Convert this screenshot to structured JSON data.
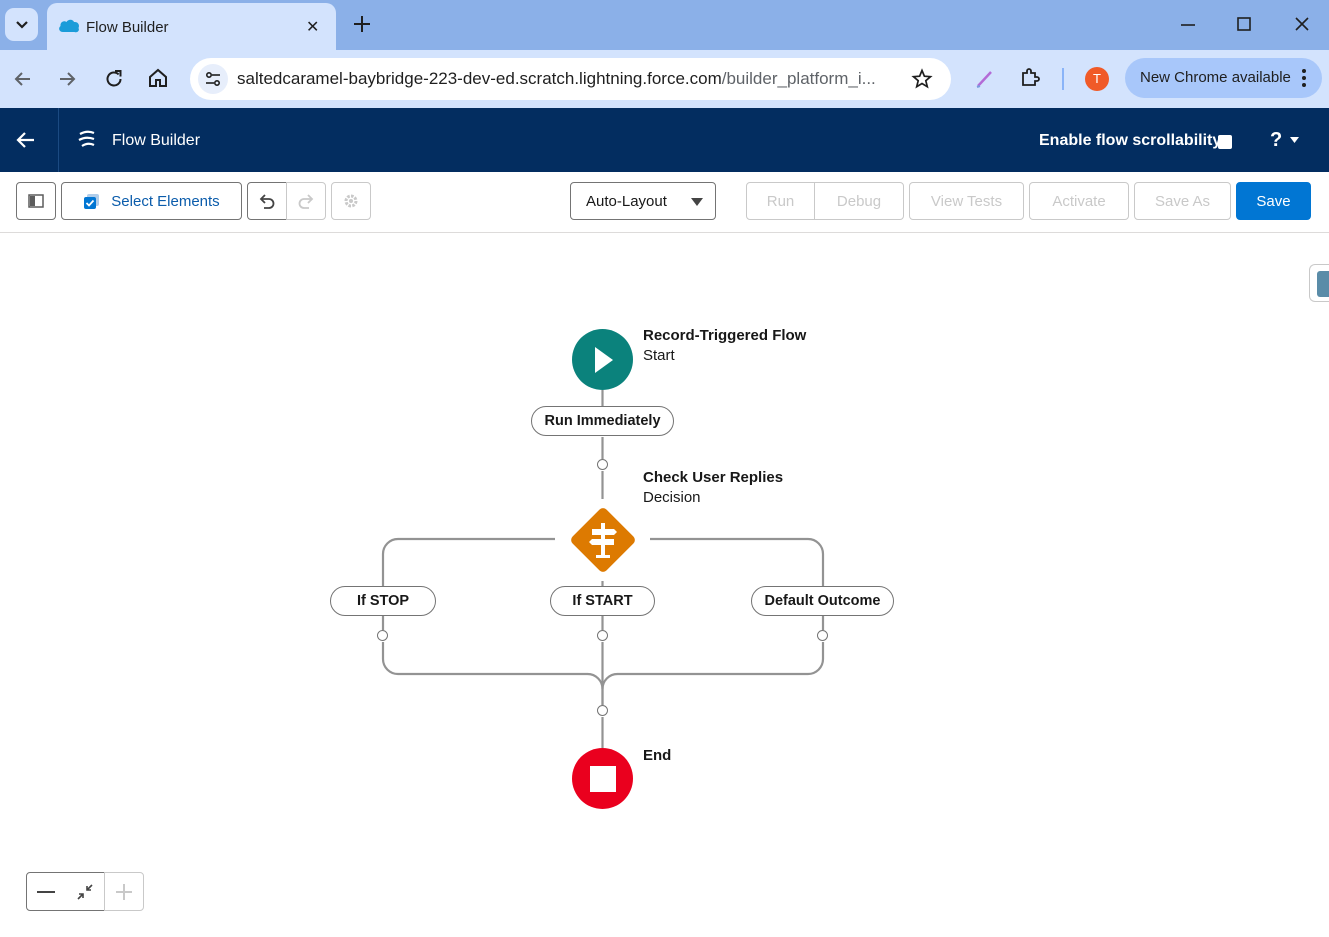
{
  "browser": {
    "tab_title": "Flow Builder",
    "url_host": "saltedcaramel-baybridge-223-dev-ed.scratch.lightning.force.com",
    "url_path": "/builder_platform_i...",
    "profile_initial": "T",
    "update_label": "New Chrome available"
  },
  "header": {
    "title": "Flow Builder",
    "scroll_label": "Enable flow scrollability",
    "help_label": "?"
  },
  "toolbar": {
    "select_elements": "Select Elements",
    "layout_value": "Auto-Layout",
    "run": "Run",
    "debug": "Debug",
    "view_tests": "View Tests",
    "activate": "Activate",
    "save_as": "Save As",
    "save": "Save"
  },
  "flow": {
    "start": {
      "title": "Record-Triggered Flow",
      "subtitle": "Start"
    },
    "path_label": "Run Immediately",
    "decision": {
      "title": "Check User Replies",
      "subtitle": "Decision"
    },
    "outcomes": [
      "If STOP",
      "If START",
      "Default Outcome"
    ],
    "end": {
      "title": "End"
    }
  },
  "colors": {
    "header_bg": "#032d60",
    "brand_blue": "#0176d3",
    "start_node": "#0b827c",
    "decision_node": "#dd7a01",
    "end_node": "#ea001e"
  }
}
